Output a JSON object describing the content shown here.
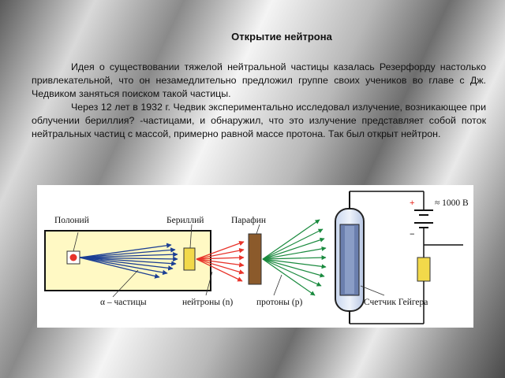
{
  "title": "Открытие нейтрона",
  "paragraphs": [
    "Идея о существовании тяжелой нейтральной частицы казалась Резерфорду настолько привлекательной, что он незамедлительно предложил группе своих учеников во главе с Дж. Чедвиком заняться поиском такой частицы.",
    "Через 12 лет в 1932 г. Чедвик экспериментально исследовал излучение, возникающее при облучении бериллия? -частицами, и обнаружил, что это излучение представляет собой поток нейтральных частиц с массой, примерно равной массе протона. Так был открыт нейтрон."
  ],
  "diagram": {
    "polonium": "Полоний",
    "beryllium": "Бериллий",
    "paraffin": "Парафин",
    "alpha": "α – частицы",
    "neutrons": "нейтроны (n)",
    "protons": "протоны (p)",
    "voltage": "≈ 1000 В",
    "plus": "+",
    "minus": "−",
    "counter": "Счетчик Гейгера"
  },
  "colors": {
    "chamber_fill": "#fff9c4",
    "alpha_rays": "#1c3f94",
    "neutron_rays": "#e8332a",
    "proton_rays": "#1a8a3e",
    "beryllium_fill": "#f2d94a",
    "paraffin_fill": "#8b5a2b",
    "counter_tube": "#6b7fae"
  }
}
